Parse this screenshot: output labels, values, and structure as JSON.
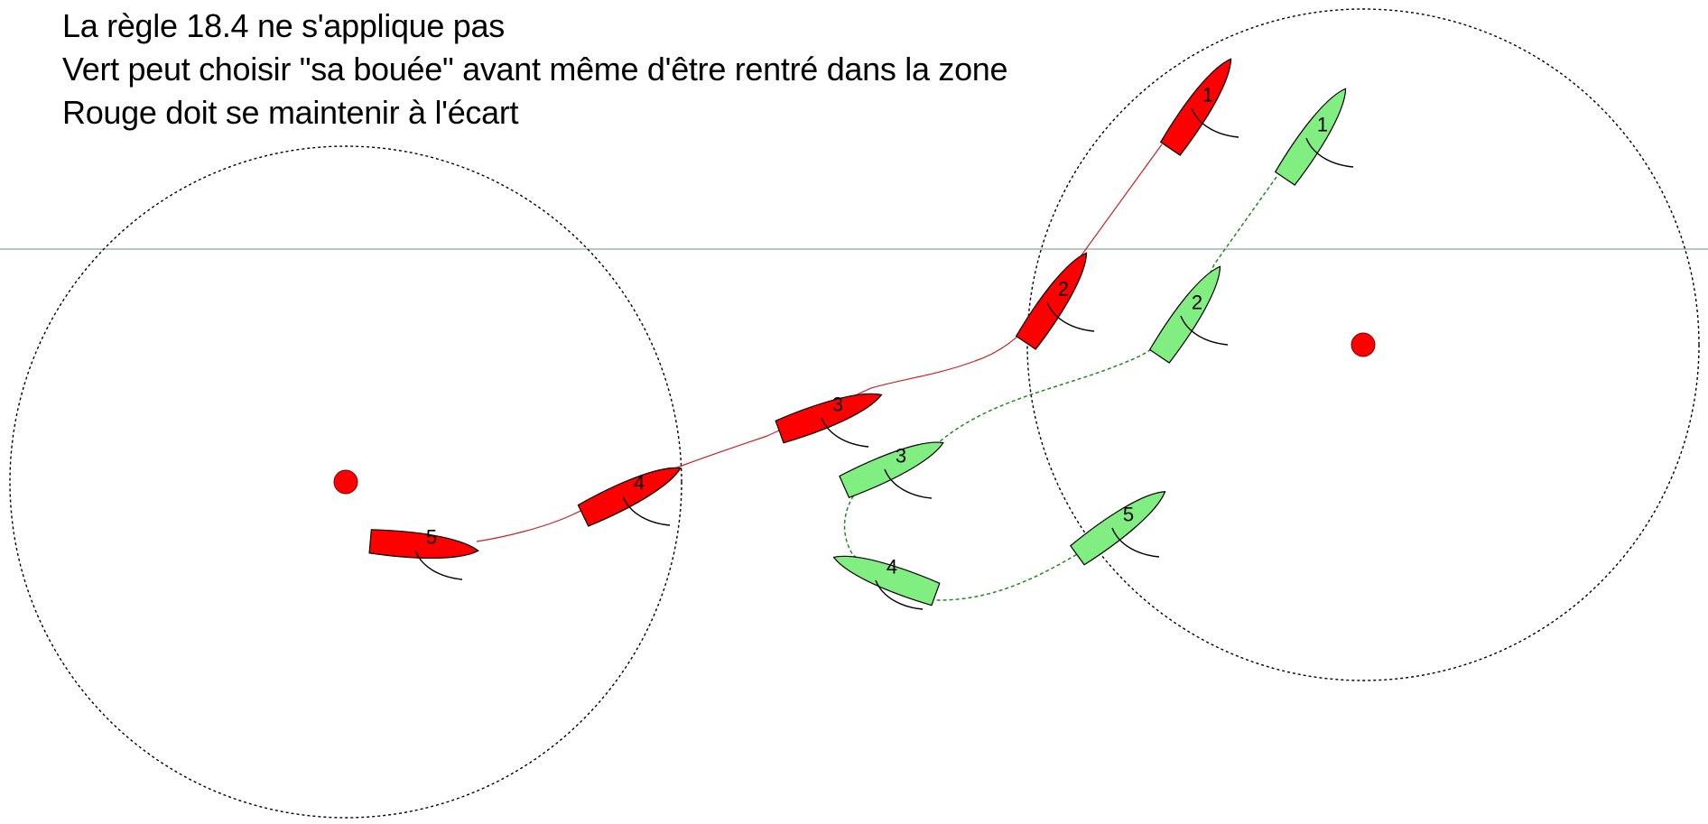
{
  "captions": [
    "La règle 18.4 ne s'applique pas",
    "Vert peut choisir \"sa bouée\" avant même d'être rentré dans la zone",
    "Rouge doit se maintenir à l'écart"
  ],
  "colors": {
    "red_boat": "#ff0000",
    "green_boat": "#80ee80",
    "mark": "#ff0000",
    "zone": "#000000",
    "red_track": "#cc2222",
    "green_track": "#228822",
    "reference_line": "#8aa8a0"
  },
  "boats": {
    "red": [
      {
        "label": "1"
      },
      {
        "label": "2"
      },
      {
        "label": "3"
      },
      {
        "label": "4"
      },
      {
        "label": "5"
      }
    ],
    "green": [
      {
        "label": "1"
      },
      {
        "label": "2"
      },
      {
        "label": "3"
      },
      {
        "label": "4"
      },
      {
        "label": "5"
      }
    ]
  }
}
